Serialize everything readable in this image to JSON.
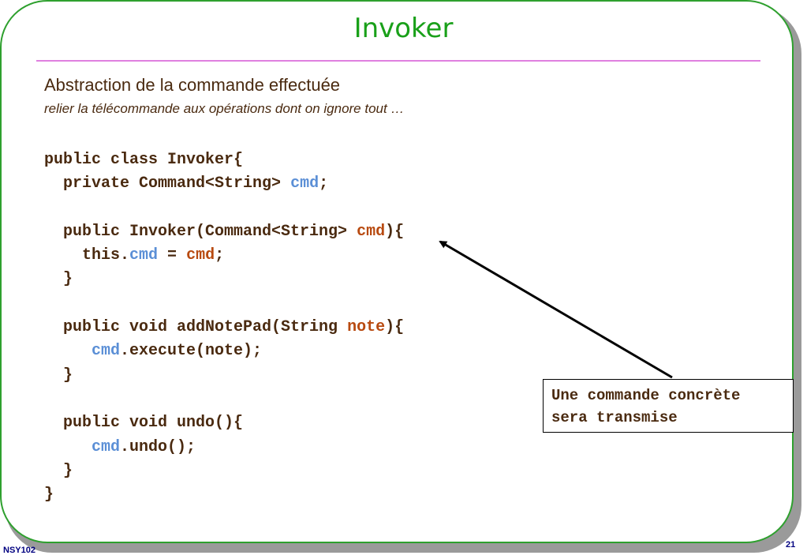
{
  "slide": {
    "title": "Invoker",
    "heading": "Abstraction de la commande effectuée",
    "subheading": "relier la télécommande aux opérations dont on ignore tout …",
    "callout": [
      "Une commande concrète",
      "sera transmise"
    ],
    "footer_left": "NSY102",
    "page_number": "21",
    "colors": {
      "title": "#19a019",
      "rule": "#e080e0",
      "text": "#4a2a10",
      "field": "#5b8fd6",
      "param": "#b84a10"
    }
  },
  "code": [
    [
      {
        "t": "public class Invoker{",
        "c": ""
      }
    ],
    [
      {
        "t": "  private Command<String> ",
        "c": ""
      },
      {
        "t": "cmd",
        "c": "blue"
      },
      {
        "t": ";",
        "c": ""
      }
    ],
    [
      {
        "t": "",
        "c": ""
      }
    ],
    [
      {
        "t": "  public Invoker(Command<String> ",
        "c": ""
      },
      {
        "t": "cmd",
        "c": "red"
      },
      {
        "t": "){",
        "c": ""
      }
    ],
    [
      {
        "t": "    this.",
        "c": ""
      },
      {
        "t": "cmd",
        "c": "blue"
      },
      {
        "t": " = ",
        "c": ""
      },
      {
        "t": "cmd",
        "c": "red"
      },
      {
        "t": ";",
        "c": ""
      }
    ],
    [
      {
        "t": "  }",
        "c": ""
      }
    ],
    [
      {
        "t": "",
        "c": ""
      }
    ],
    [
      {
        "t": "  public void addNotePad(String ",
        "c": ""
      },
      {
        "t": "note",
        "c": "red"
      },
      {
        "t": "){",
        "c": ""
      }
    ],
    [
      {
        "t": "     ",
        "c": ""
      },
      {
        "t": "cmd",
        "c": "blue"
      },
      {
        "t": ".execute(note);",
        "c": ""
      }
    ],
    [
      {
        "t": "  }",
        "c": ""
      }
    ],
    [
      {
        "t": "",
        "c": ""
      }
    ],
    [
      {
        "t": "  public void undo(){",
        "c": ""
      }
    ],
    [
      {
        "t": "     ",
        "c": ""
      },
      {
        "t": "cmd",
        "c": "blue"
      },
      {
        "t": ".undo();",
        "c": ""
      }
    ],
    [
      {
        "t": "  }",
        "c": ""
      }
    ],
    [
      {
        "t": "}",
        "c": ""
      }
    ]
  ]
}
